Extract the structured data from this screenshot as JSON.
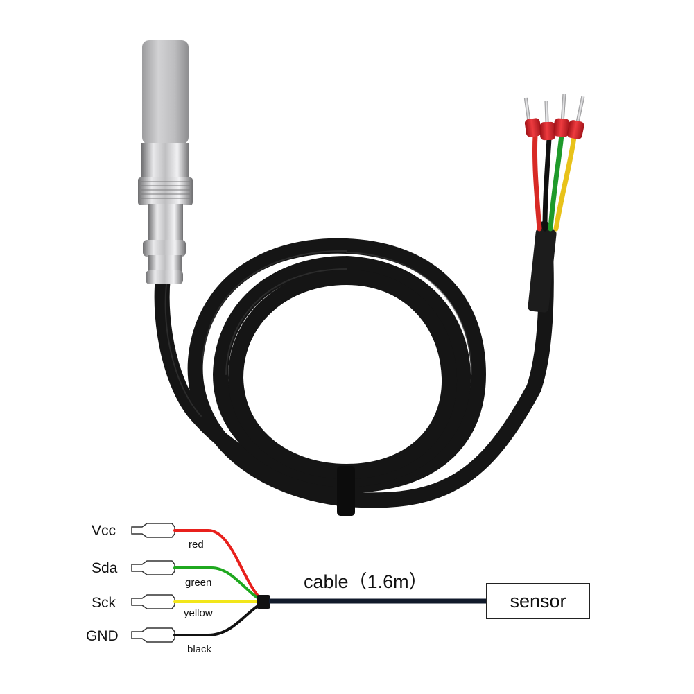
{
  "diagram": {
    "pins": [
      {
        "name": "Vcc",
        "wire_color_label": "red",
        "color": "#e8201c"
      },
      {
        "name": "Sda",
        "wire_color_label": "green",
        "color": "#1fa81f"
      },
      {
        "name": "Sck",
        "wire_color_label": "yellow",
        "color": "#f2e61a"
      },
      {
        "name": "GND",
        "wire_color_label": "black",
        "color": "#111111"
      }
    ],
    "cable_label": "cable（1.6m）",
    "sensor_label": "sensor"
  },
  "photo": {
    "cable_color": "#141414",
    "probe_color": "#b9b9bb",
    "ferrule_color": "#d8252b"
  }
}
